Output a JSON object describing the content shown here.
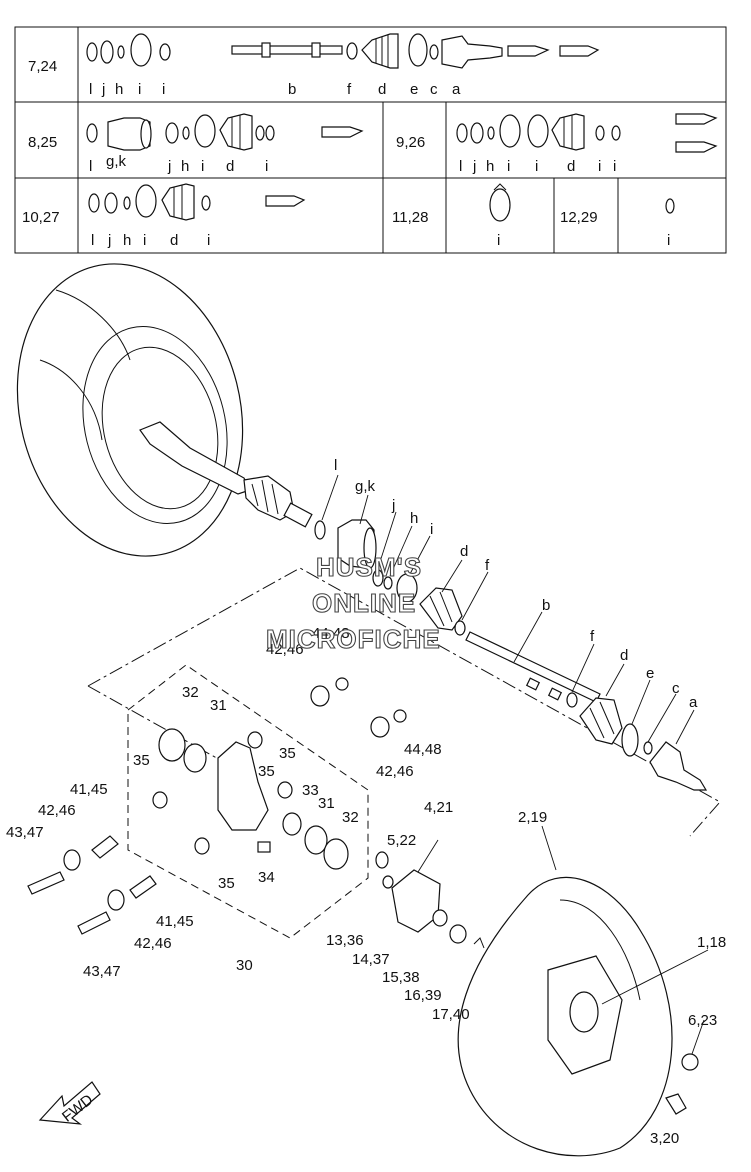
{
  "table": {
    "rows": [
      {
        "cells": [
          {
            "ref": "7,24",
            "letters": [
              "l",
              "j",
              "h",
              "i",
              "i",
              "b",
              "f",
              "d",
              "e",
              "c",
              "a"
            ]
          }
        ]
      },
      {
        "cells": [
          {
            "ref": "8,25",
            "letters": [
              "l",
              "g,k",
              "j",
              "h",
              "i",
              "d",
              "i"
            ]
          },
          {
            "ref": "9,26",
            "letters": [
              "l",
              "j",
              "h",
              "i",
              "i",
              "d",
              "i",
              "i"
            ]
          }
        ]
      },
      {
        "cells": [
          {
            "ref": "10,27",
            "letters": [
              "l",
              "j",
              "h",
              "i",
              "d",
              "i"
            ]
          },
          {
            "ref": "11,28",
            "letters": [
              "i"
            ]
          },
          {
            "ref": "12,29",
            "letters": [
              "i"
            ]
          }
        ]
      }
    ]
  },
  "watermark": [
    "HUSM'S",
    "ONLINE",
    "MICROFICHE"
  ],
  "fwd_label": "FWD",
  "callouts": {
    "l": "l",
    "gk": "g,k",
    "j": "j",
    "h": "h",
    "i": "i",
    "d1": "d",
    "f1": "f",
    "b": "b",
    "f2": "f",
    "d2": "d",
    "e": "e",
    "c": "c",
    "a": "a",
    "c4448a": "44,48",
    "c4246a": "42,46",
    "c32a": "32",
    "c31a": "31",
    "c35a": "35",
    "c35b": "35",
    "c35c": "35",
    "c4145a": "41,45",
    "c4246b": "42,46",
    "c4347a": "43,47",
    "c33": "33",
    "c31b": "31",
    "c32b": "32",
    "c4448b": "44,48",
    "c4246c": "42,46",
    "c34": "34",
    "c35d": "35",
    "c4145b": "41,45",
    "c4246d": "42,46",
    "c4347b": "43,47",
    "c30": "30",
    "c421": "4,21",
    "c522": "5,22",
    "c1336": "13,36",
    "c1437": "14,37",
    "c1538": "15,38",
    "c1639": "16,39",
    "c1740": "17,40",
    "c219": "2,19",
    "c118": "1,18",
    "c623": "6,23",
    "c320": "3,20"
  }
}
